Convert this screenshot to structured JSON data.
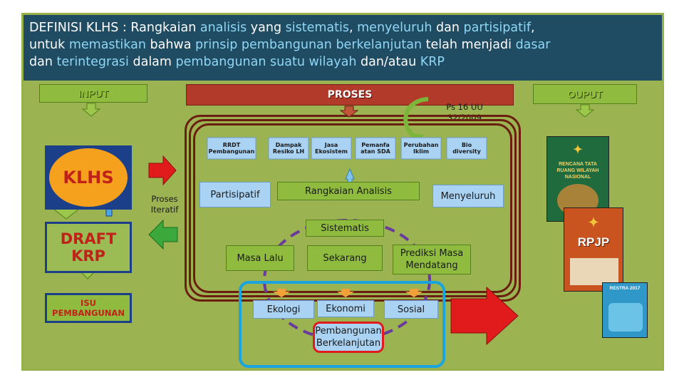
{
  "header": {
    "parts": [
      "DEFINISI KLHS : Rangkaian ",
      "analisis",
      " yang ",
      "sistematis",
      ", ",
      "menyeluruh",
      " dan ",
      "partisipatif",
      ",",
      "untuk ",
      "memastikan",
      " bahwa ",
      "prinsip pembangunan berkelanjutan",
      " telah menjadi ",
      "dasar",
      "dan ",
      "terintegrasi",
      " dalam ",
      "pembangunan suatu wilayah",
      " dan/atau ",
      "KRP"
    ]
  },
  "labels": {
    "input": "INPUT",
    "proses": "PROSES",
    "output": "OUPUT",
    "ps_note": "Ps 16 UU 32/2009",
    "klhs": "KLHS",
    "draft_krp": "DRAFT KRP",
    "isu": "ISU PEMBANGUNAN",
    "proses_iteratif": "Proses Iteratif"
  },
  "topics": [
    "RRDT Pembangunan",
    "Dampak Resiko LH",
    "Jasa Ekosistem",
    "Pemanfa atan SDA",
    "Perubahan Iklim",
    "Bio diversity"
  ],
  "process": {
    "rangkaian": "Rangkaian Analisis",
    "partisipatif": "Partisipatif",
    "menyeluruh": "Menyeluruh",
    "sistematis": "Sistematis",
    "masa_lalu": "Masa Lalu",
    "sekarang": "Sekarang",
    "prediksi": "Prediksi Masa Mendatang",
    "ekologi": "Ekologi",
    "ekonomi": "Ekonomi",
    "sosial": "Sosial",
    "pembangunan": "Pembangunan Berkelanjutan"
  },
  "documents": {
    "book1_title": "RENCANA TATA RUANG WILAYAH NASIONAL",
    "book2_title": "RPJP",
    "book3_title": "RESTRA 2017"
  },
  "colors": {
    "background": "#9bb451",
    "header": "#1f4b63",
    "header_keyword": "#8fd7f5",
    "proses_bar": "#b13a2a",
    "frame": "#6b1e10",
    "arrow_red": "#e11b1b",
    "arrow_green": "#3aa83a",
    "dashed_ellipse": "#6a3a9c",
    "cyan_frame": "#19a4e0"
  }
}
